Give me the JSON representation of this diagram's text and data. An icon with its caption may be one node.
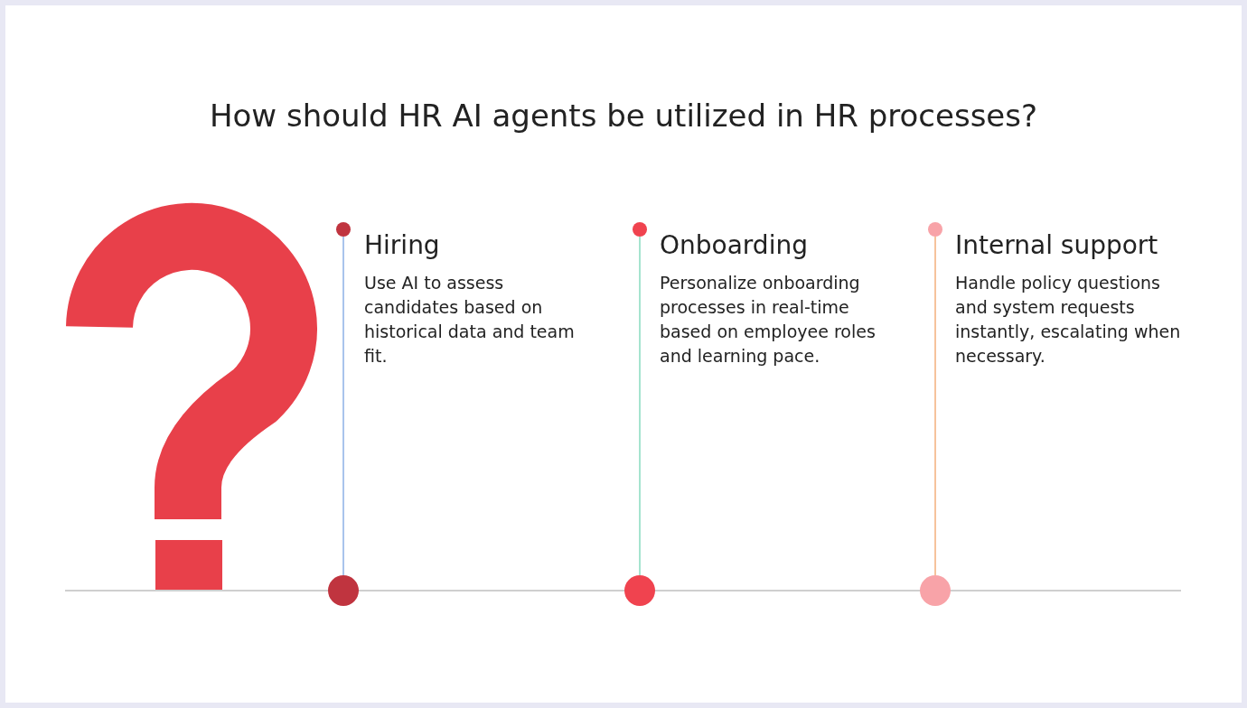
{
  "diagram": {
    "title": "How should HR AI agents be utilized in HR processes?",
    "nodes": [
      {
        "text": [
          "Hiring",
          "Use AI to assess candidates based on historical data and team fit."
        ]
      },
      {
        "text": [
          "Onboarding",
          "Personalize onboarding processes in real-time based on employee roles and learning pace."
        ]
      },
      {
        "text": [
          "Internal support",
          "Handle policy questions and system requests instantly, escalating when necessary."
        ]
      },
      {
        "text": [],
        "shape": "circle"
      },
      {
        "text": [],
        "shape": "circle"
      },
      {
        "text": [],
        "shape": "circle"
      },
      {
        "text": [],
        "shape": "circle"
      },
      {
        "text": [],
        "shape": "circle"
      },
      {
        "text": [],
        "shape": "circle"
      }
    ],
    "edges": [
      {
        "from": 3,
        "to": 6,
        "arrow": "none",
        "color": "#a9c4ec"
      },
      {
        "from": 4,
        "to": 7,
        "arrow": "none",
        "color": "#a6e4cf"
      },
      {
        "from": 5,
        "to": 8,
        "arrow": "none",
        "color": "#f6c39c"
      }
    ]
  }
}
